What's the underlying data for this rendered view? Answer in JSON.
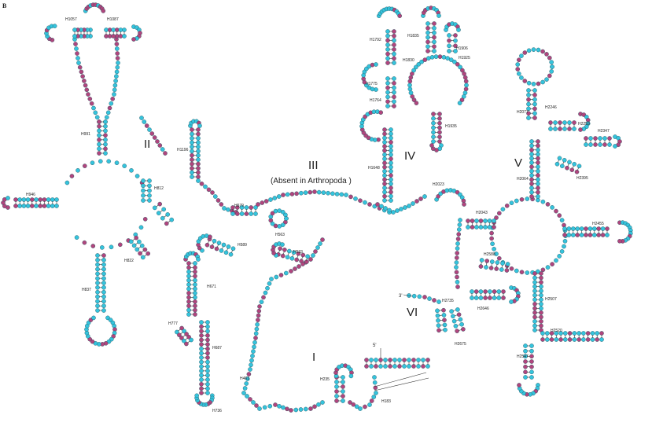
{
  "panel_label": "B",
  "domains": [
    {
      "id": "I",
      "label": "I"
    },
    {
      "id": "II",
      "label": "II"
    },
    {
      "id": "III",
      "label": "III",
      "note": "(Absent in Arthropoda )"
    },
    {
      "id": "IV",
      "label": "IV"
    },
    {
      "id": "V",
      "label": "V"
    },
    {
      "id": "VI",
      "label": "VI"
    }
  ],
  "ends": {
    "five_prime": "5'",
    "three_prime": "3'"
  },
  "helices": [
    "H1057",
    "H1087",
    "H991",
    "H946",
    "H812",
    "H822",
    "H837",
    "H1196",
    "H579",
    "H589",
    "H671",
    "H777",
    "H687",
    "H736",
    "H563",
    "H533",
    "H461",
    "H235",
    "H183",
    "H1792",
    "H1835",
    "H1906",
    "H1925",
    "H1830",
    "H1775",
    "H1764",
    "H1935",
    "H1648",
    "H2023",
    "H2043",
    "H2077",
    "H2246",
    "H2259",
    "H2347",
    "H2395",
    "H2064",
    "H2455",
    "H2588",
    "H2507",
    "H2520",
    "H2547",
    "H2735",
    "H2646",
    "H2675"
  ],
  "nucleotide_colors": {
    "cyan": "#35c3dc",
    "magenta": "#b0457d",
    "stroke": "#1e4f5a"
  }
}
